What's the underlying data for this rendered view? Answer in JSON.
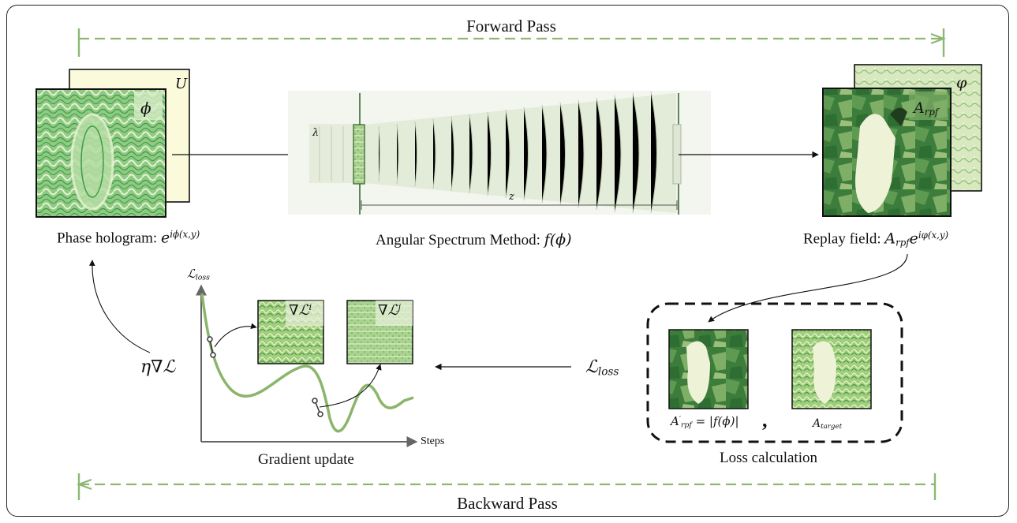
{
  "forward_pass": {
    "label": "Forward Pass"
  },
  "backward_pass": {
    "label": "Backward Pass"
  },
  "phase_hologram": {
    "label": "Phase hologram: ",
    "formula_base": "e",
    "formula_exp": "iϕ(x,y)",
    "front_symbol": "ϕ",
    "back_symbol": "U"
  },
  "asm": {
    "label": "Angular Spectrum Method: ",
    "formula": "f(ϕ)",
    "wavelength": "λ",
    "distance": "z"
  },
  "replay_field": {
    "label": "Replay field: ",
    "amp_base": "A",
    "amp_sub": "rpf",
    "exp_base": "e",
    "exp_sup": "iφ(x,y)",
    "back_symbol": "φ"
  },
  "gradient": {
    "label": "Gradient update",
    "y_axis": "ℒ",
    "y_axis_sub": "loss",
    "x_axis": "Steps",
    "grad_i": "∇ℒ",
    "grad_i_sup": "i",
    "grad_j": "∇ℒ",
    "grad_j_sup": "j",
    "eta_grad": "η∇ℒ"
  },
  "loss": {
    "symbol": "ℒ",
    "symbol_sub": "loss",
    "box_label": "Loss calculation",
    "pred_base": "A",
    "pred_prime": "′",
    "pred_sub": "rpf",
    "pred_rhs": " = |f(ϕ)|",
    "separator": ",",
    "target_base": "A",
    "target_sub": "target"
  },
  "colors": {
    "green_dash": "#8db873",
    "curve": "#8ab56a",
    "hologram_light": "#e6f2d5",
    "hologram_mid": "#8fca82",
    "hologram_dark": "#3f9a4a",
    "replay_dark": "#2f6e33",
    "replay_light": "#eef3d8",
    "back_page": "#fbfbdc"
  }
}
